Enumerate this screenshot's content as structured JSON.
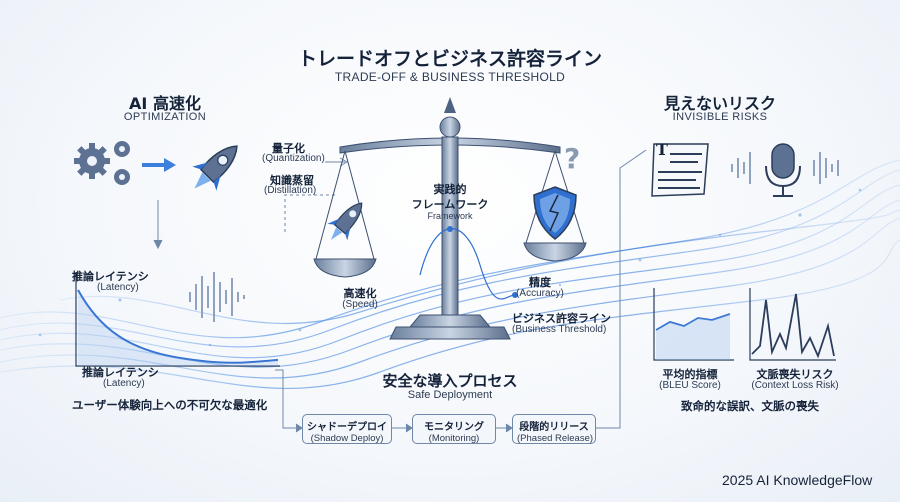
{
  "title": {
    "main": "トレードオフとビジネス許容ライン",
    "sub": "TRADE-OFF & BUSINESS THRESHOLD"
  },
  "left": {
    "heading": "AI 高速化",
    "heading_sub": "OPTIMIZATION",
    "quantization": {
      "label": "量子化",
      "sub": "(Quantization)"
    },
    "distillation": {
      "label": "知識蒸留",
      "sub": "(Distillation)"
    },
    "latency_top": {
      "label": "推論レイテンシ",
      "sub": "(Latency)"
    },
    "latency_bottom": {
      "label": "推論レイテンシ",
      "sub": "(Latency)"
    },
    "caption": "ユーザー体験向上への不可欠な最適化"
  },
  "center": {
    "framework": {
      "line1": "実践的",
      "line2": "フレームワーク",
      "sub": "Framework"
    },
    "speed": {
      "label": "高速化",
      "sub": "(Speed)"
    },
    "accuracy": {
      "label": "精度",
      "sub": "(Accuracy)"
    },
    "threshold": {
      "label": "ビジネス許容ライン",
      "sub": "(Business Threshold)"
    },
    "question_mark": "?"
  },
  "right": {
    "heading": "見えないリスク",
    "heading_sub": "INVISIBLE RISKS",
    "doc_icon_letter": "T",
    "bleu": {
      "label": "平均的指標",
      "sub": "(BLEU Score)"
    },
    "context": {
      "label": "文脈喪失リスク",
      "sub": "(Context Loss Risk)"
    },
    "caption": "致命的な誤訳、文脈の喪失"
  },
  "process": {
    "heading": "安全な導入プロセス",
    "heading_sub": "Safe Deployment",
    "steps": [
      {
        "label": "シャドーデプロイ",
        "sub": "(Shadow Deploy)"
      },
      {
        "label": "モニタリング",
        "sub": "(Monitoring)"
      },
      {
        "label": "段階的リリース",
        "sub": "(Phased Release)"
      }
    ]
  },
  "footer": "2025 AI KnowledgeFlow",
  "colors": {
    "navy": "#15233a",
    "steel": "#6f87a8",
    "accent_blue": "#2f6fd0",
    "light_blue": "#8fb6ec"
  }
}
